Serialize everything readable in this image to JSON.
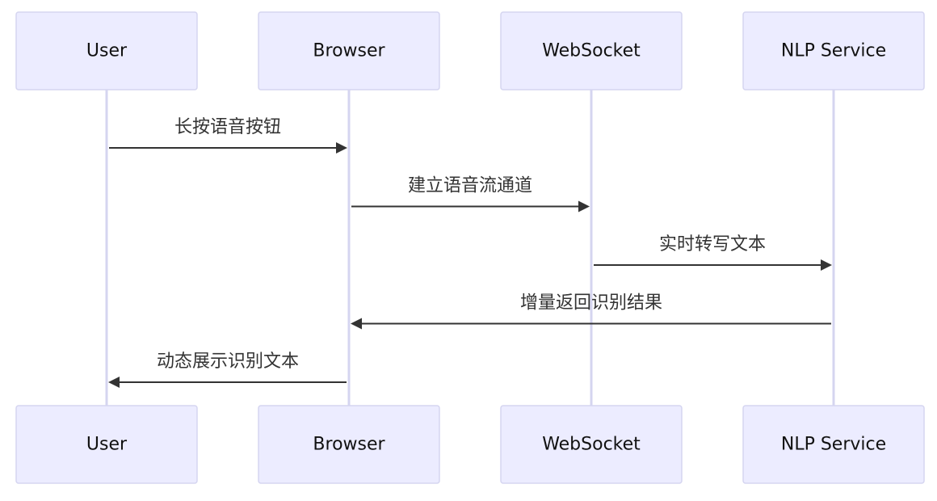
{
  "diagram": {
    "type": "sequence",
    "colors": {
      "actor_fill": "#ECECFF",
      "actor_border": "#D5D5F0",
      "lifeline": "#D5D5F0",
      "message": "#333333",
      "text": "#111111"
    },
    "participants": [
      {
        "id": "user",
        "label": "User"
      },
      {
        "id": "browser",
        "label": "Browser"
      },
      {
        "id": "websocket",
        "label": "WebSocket"
      },
      {
        "id": "nlp",
        "label": "NLP Service"
      }
    ],
    "messages": [
      {
        "from": "user",
        "to": "browser",
        "label": "长按语音按钮"
      },
      {
        "from": "browser",
        "to": "websocket",
        "label": "建立语音流通道"
      },
      {
        "from": "websocket",
        "to": "nlp",
        "label": "实时转写文本"
      },
      {
        "from": "nlp",
        "to": "browser",
        "label": "增量返回识别结果"
      },
      {
        "from": "browser",
        "to": "user",
        "label": "动态展示识别文本"
      }
    ]
  }
}
